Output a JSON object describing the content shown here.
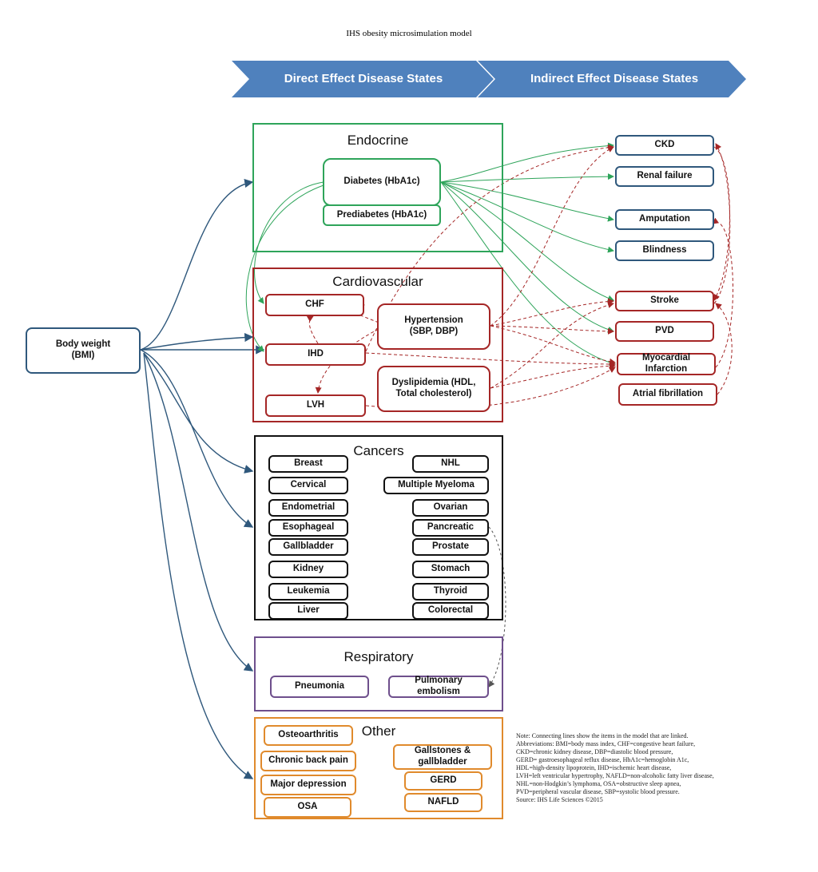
{
  "title": "IHS obesity microsimulation model",
  "header_arrows": {
    "direct": "Direct Effect Disease States",
    "indirect": "Indirect Effect Disease States",
    "color": "#4f81bd"
  },
  "root": {
    "label": "Body weight\n(BMI)"
  },
  "panels": {
    "endocrine": "Endocrine",
    "cardiovascular": "Cardiovascular",
    "cancers": "Cancers",
    "respiratory": "Respiratory",
    "other": "Other"
  },
  "endocrine_nodes": {
    "diabetes": "Diabetes (HbA1c)",
    "prediabetes": "Prediabetes (HbA1c)"
  },
  "cardio_nodes": {
    "chf": "CHF",
    "ihd": "IHD",
    "lvh": "LVH",
    "hypertension": "Hypertension\n(SBP, DBP)",
    "dyslipidemia": "Dyslipidemia (HDL,\nTotal cholesterol)"
  },
  "cancers": {
    "left": [
      "Breast",
      "Cervical",
      "Endometrial",
      "Esophageal",
      "Gallbladder",
      "Kidney",
      "Leukemia",
      "Liver"
    ],
    "right": [
      "NHL",
      "Multiple Myeloma",
      "Ovarian",
      "Pancreatic",
      "Prostate",
      "Stomach",
      "Thyroid",
      "Colorectal"
    ]
  },
  "respiratory_nodes": {
    "pneumonia": "Pneumonia",
    "pulmonary_embolism": "Pulmonary\nembolism"
  },
  "other_nodes": {
    "osteoarthritis": "Osteoarthritis",
    "chronic_back_pain": "Chronic back pain",
    "major_depression": "Major depression",
    "osa": "OSA",
    "gallstones": "Gallstones &\ngallbladder",
    "gerd": "GERD",
    "nafld": "NAFLD"
  },
  "indirect_nodes": {
    "ckd": "CKD",
    "renal_failure": "Renal failure",
    "amputation": "Amputation",
    "blindness": "Blindness",
    "stroke": "Stroke",
    "pvd": "PVD",
    "myocardial_infarction": "Myocardial\nInfarction",
    "atrial_fibrillation": "Atrial fibrillation"
  },
  "note_lines": [
    "Note: Connecting lines show the items in the model that are linked.",
    "Abbreviations: BMI=body mass index, CHF=congestive heart failure,",
    "CKD=chronic kidney disease, DBP=diastolic blood pressure,",
    "GERD= gastroesophageal reflux disease, HbA1c=hemoglobin A1c,",
    "HDL=high-density lipoprotein, IHD=ischemic heart disease,",
    "LVH=left ventricular hypertrophy, NAFLD=non-alcoholic fatty liver disease,",
    "NHL=non-Hodgkin’s lymphoma, OSA=obstructive sleep apnea,",
    "PVD=peripheral vascular disease, SBP=systolic blood pressure.",
    "Source: IHS Life Sciences ©2015"
  ],
  "colors": {
    "endocrine": "#2ea45a",
    "cardiovascular": "#a52626",
    "cancers": "#111111",
    "respiratory": "#6e4f8c",
    "other": "#e08a2c",
    "blue": "#2f587c"
  }
}
